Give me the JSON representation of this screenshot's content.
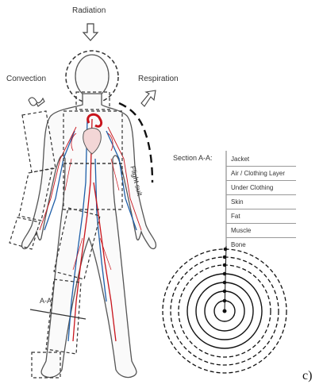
{
  "labels": {
    "radiation": "Radiation",
    "convection": "Convection",
    "respiration": "Respiration",
    "flight_suit": "Flight suit",
    "section_title": "Section A-A:",
    "section_marker": "A-A",
    "panel_letter": "c)"
  },
  "layers": [
    "Jacket",
    "Air / Clothing Layer",
    "Under Clothing",
    "Skin",
    "Fat",
    "Muscle",
    "Bone"
  ],
  "colors": {
    "artery": "#c8141c",
    "vein": "#1f5fa8",
    "outline": "#4a4a4a"
  },
  "icons": {
    "radiation": "down-arrow-icon",
    "convection": "wavy-arrow-icon",
    "respiration": "diagonal-arrow-icon"
  }
}
